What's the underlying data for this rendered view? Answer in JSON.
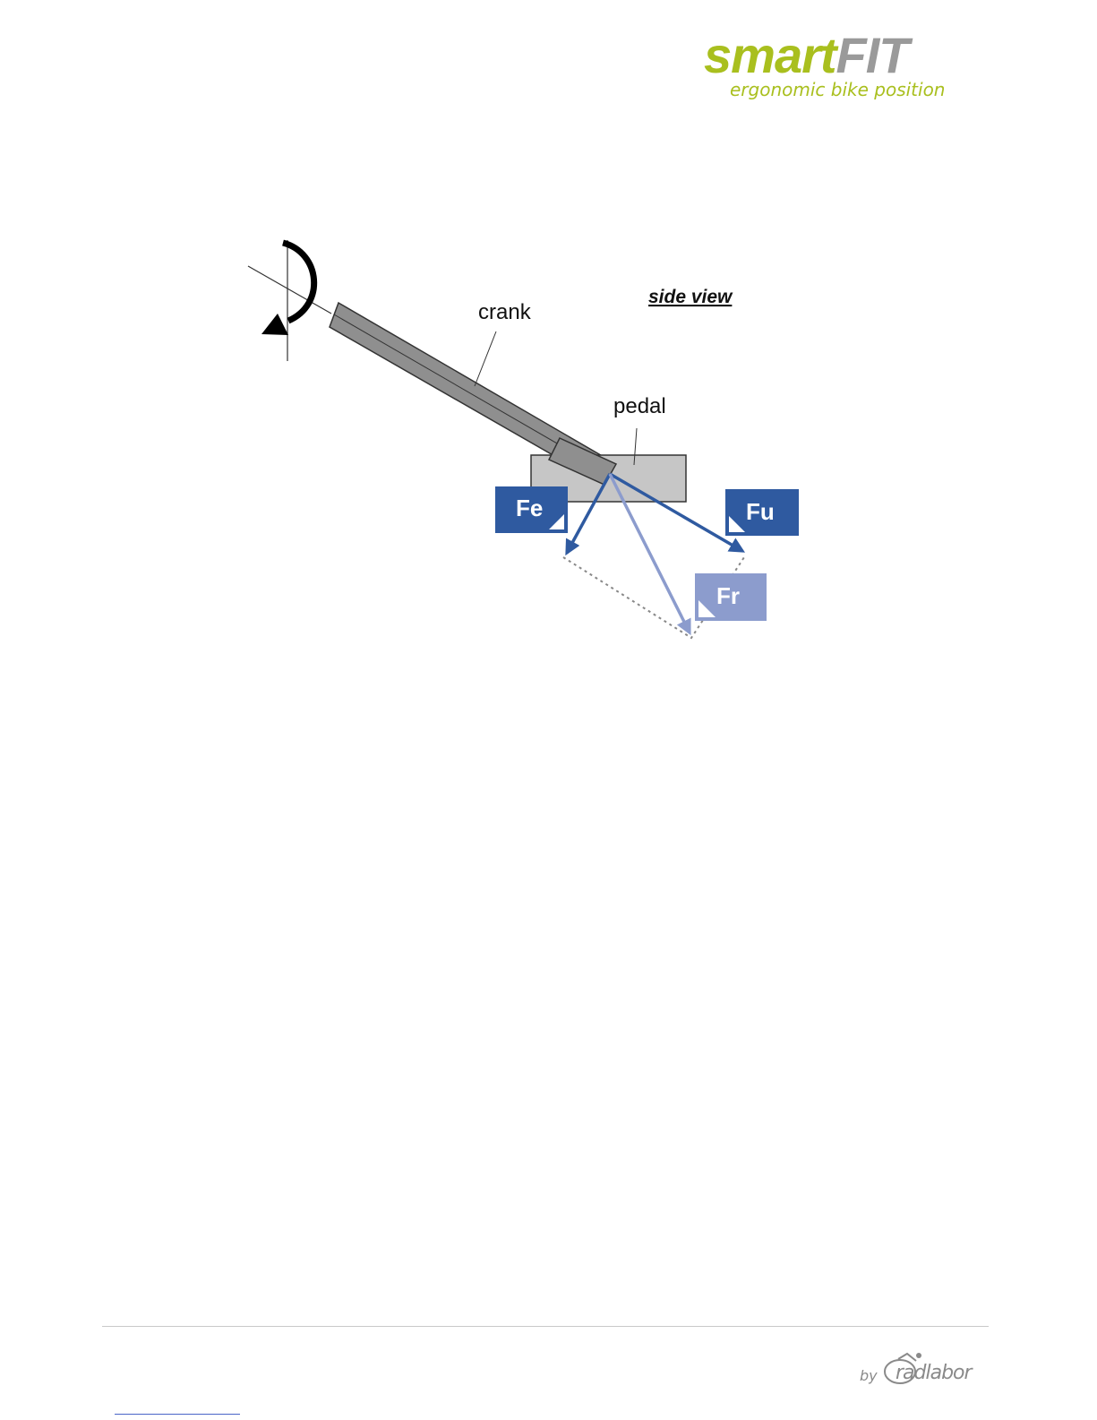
{
  "logo": {
    "word_part1": "smart",
    "word_part2": "FIT",
    "tagline": "ergonomic bike position",
    "accent_color": "#a9bf1e",
    "secondary_color": "#9a9a9a"
  },
  "diagram": {
    "view_label": "side view",
    "crank_label": "crank",
    "pedal_label": "pedal",
    "forces": [
      {
        "name": "Fe",
        "color": "#2f5aa0"
      },
      {
        "name": "Fu",
        "color": "#2f5aa0"
      },
      {
        "name": "Fr",
        "color": "#8c9ccd"
      }
    ]
  },
  "footer": {
    "by_text": "by",
    "brand": "radlabor"
  }
}
